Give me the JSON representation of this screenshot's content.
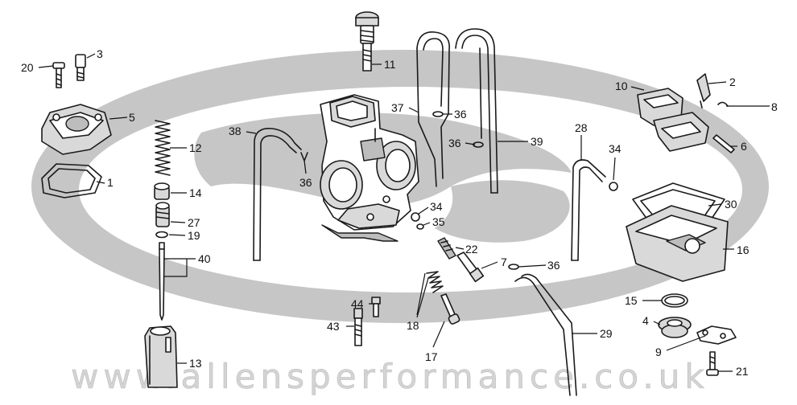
{
  "watermark": {
    "text": "www.allensperformance.co.uk"
  },
  "callouts": [
    {
      "id": "c20",
      "label": "20"
    },
    {
      "id": "c3",
      "label": "3"
    },
    {
      "id": "c5",
      "label": "5"
    },
    {
      "id": "c1",
      "label": "1"
    },
    {
      "id": "c12",
      "label": "12"
    },
    {
      "id": "c14",
      "label": "14"
    },
    {
      "id": "c27",
      "label": "27"
    },
    {
      "id": "c19",
      "label": "19"
    },
    {
      "id": "c40",
      "label": "40"
    },
    {
      "id": "c13",
      "label": "13"
    },
    {
      "id": "c11",
      "label": "11"
    },
    {
      "id": "c38",
      "label": "38"
    },
    {
      "id": "c37",
      "label": "37"
    },
    {
      "id": "c36a",
      "label": "36"
    },
    {
      "id": "c36b",
      "label": "36"
    },
    {
      "id": "c36c",
      "label": "36"
    },
    {
      "id": "c36d",
      "label": "36"
    },
    {
      "id": "c39",
      "label": "39"
    },
    {
      "id": "c34a",
      "label": "34"
    },
    {
      "id": "c35",
      "label": "35"
    },
    {
      "id": "c22",
      "label": "22"
    },
    {
      "id": "c7",
      "label": "7"
    },
    {
      "id": "c44",
      "label": "44"
    },
    {
      "id": "c43",
      "label": "43"
    },
    {
      "id": "c18",
      "label": "18"
    },
    {
      "id": "c17",
      "label": "17"
    },
    {
      "id": "c29",
      "label": "29"
    },
    {
      "id": "c28",
      "label": "28"
    },
    {
      "id": "c34b",
      "label": "34"
    },
    {
      "id": "c10",
      "label": "10"
    },
    {
      "id": "c2",
      "label": "2"
    },
    {
      "id": "c8",
      "label": "8"
    },
    {
      "id": "c6",
      "label": "6"
    },
    {
      "id": "c30",
      "label": "30"
    },
    {
      "id": "c16",
      "label": "16"
    },
    {
      "id": "c15",
      "label": "15"
    },
    {
      "id": "c4",
      "label": "4"
    },
    {
      "id": "c9",
      "label": "9"
    },
    {
      "id": "c21",
      "label": "21"
    }
  ]
}
